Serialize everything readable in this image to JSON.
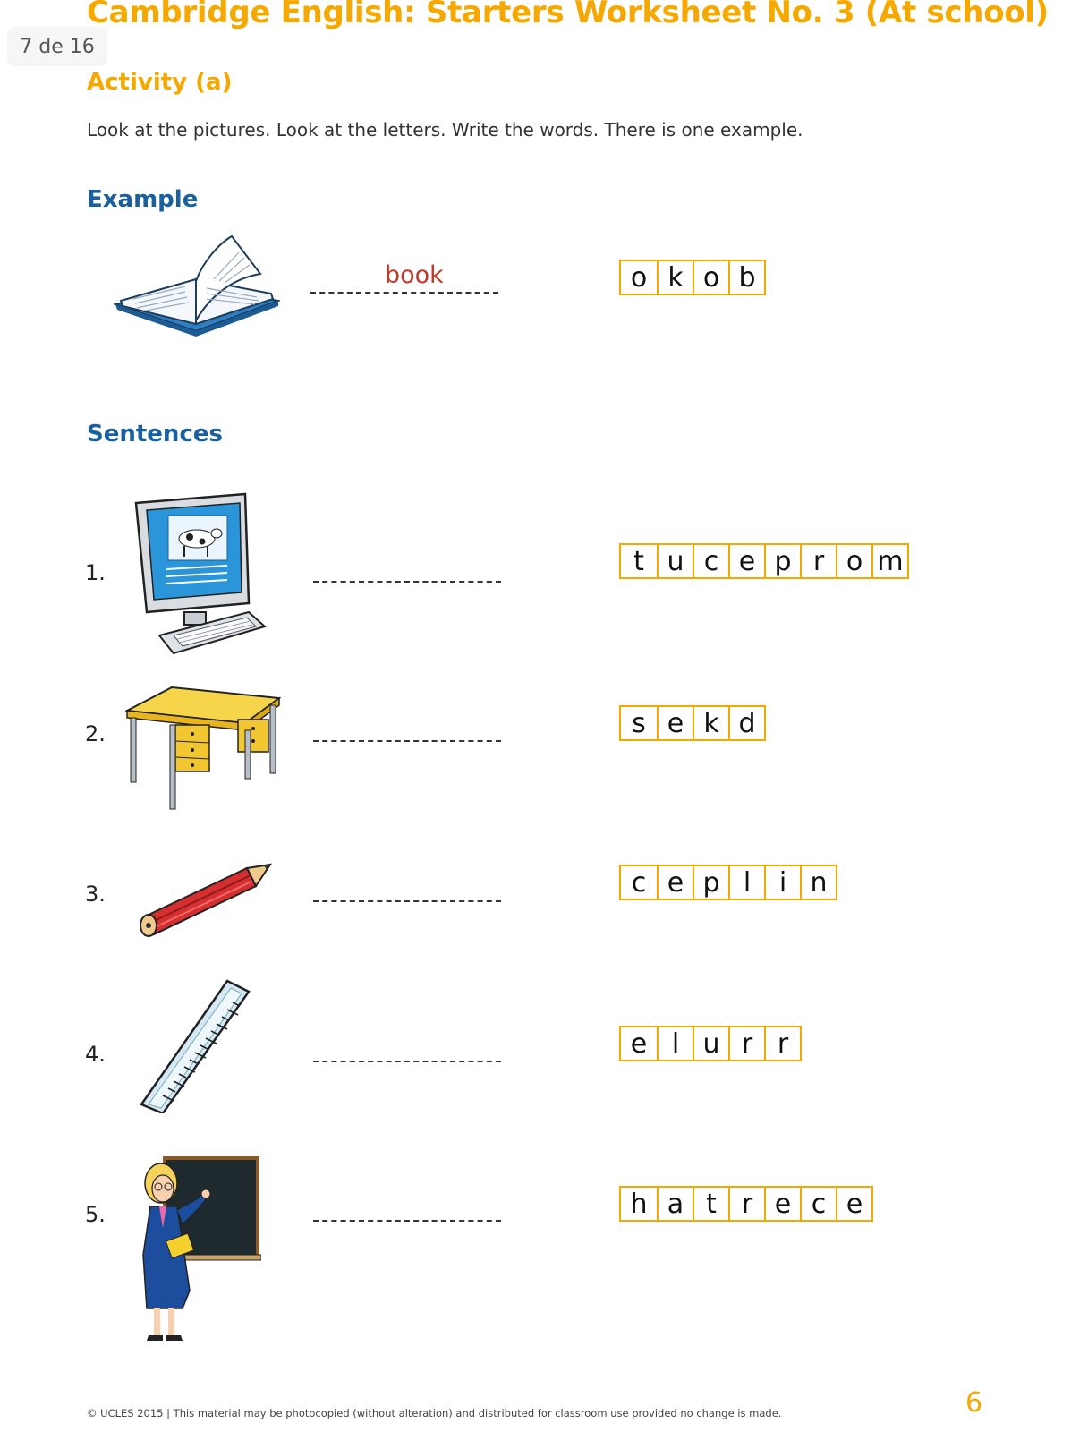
{
  "worksheet": {
    "title": "Cambridge English: Starters Worksheet No. 3 (At school)",
    "activity": "Activity (a)",
    "instructions": "Look at the pictures. Look at the letters. Write the words. There is one example."
  },
  "viewer": {
    "page_indicator": "7 de 16"
  },
  "example": {
    "heading": "Example",
    "answer": "book",
    "letters": [
      "o",
      "k",
      "o",
      "b"
    ],
    "picture_icon": "open-book-icon"
  },
  "sentences": {
    "heading": "Sentences",
    "items": [
      {
        "number": "1.",
        "letters": [
          "t",
          "u",
          "c",
          "e",
          "p",
          "r",
          "o",
          "m"
        ],
        "picture_icon": "computer-icon"
      },
      {
        "number": "2.",
        "letters": [
          "s",
          "e",
          "k",
          "d"
        ],
        "picture_icon": "desk-icon"
      },
      {
        "number": "3.",
        "letters": [
          "c",
          "e",
          "p",
          "l",
          "i",
          "n"
        ],
        "picture_icon": "pencil-icon"
      },
      {
        "number": "4.",
        "letters": [
          "e",
          "l",
          "u",
          "r",
          "r"
        ],
        "picture_icon": "ruler-icon"
      },
      {
        "number": "5.",
        "letters": [
          "h",
          "a",
          "t",
          "r",
          "e",
          "c",
          "e"
        ],
        "picture_icon": "teacher-icon"
      }
    ]
  },
  "footer": {
    "copyright": "© UCLES 2015 | This material may be photocopied (without alteration) and distributed for classroom use provided no change is made.",
    "page_number": "6"
  },
  "colors": {
    "title": "#f5a800",
    "heading": "#1a5f9e",
    "answer": "#c0392b",
    "box_border": "#f5a800"
  }
}
